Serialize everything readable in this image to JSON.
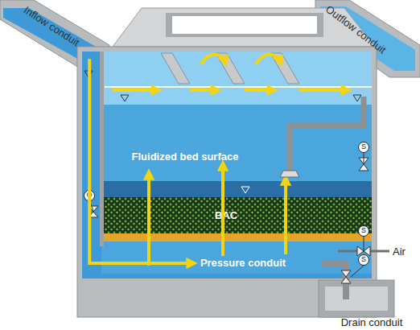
{
  "diagram": {
    "nodes": [
      {
        "text": [
          "Inflow conduit"
        ]
      },
      {
        "text": [
          "Outflow conduit"
        ]
      },
      {
        "text": [
          "Fluidized bed surface"
        ]
      },
      {
        "text": [
          "BAC"
        ]
      },
      {
        "text": [
          "Pressure conduit"
        ]
      },
      {
        "text": [
          "Drain conduit"
        ]
      },
      {
        "text": [
          "O"
        ]
      },
      {
        "text": [
          "S"
        ]
      },
      {
        "text": [
          "S"
        ]
      },
      {
        "text": [
          "S"
        ]
      }
    ],
    "edges": [
      {
        "from": 0,
        "to": 4,
        "arrow": "to"
      },
      {
        "from": 4,
        "to": 2,
        "arrow": "to"
      }
    ],
    "labels": [
      "Air"
    ]
  }
}
